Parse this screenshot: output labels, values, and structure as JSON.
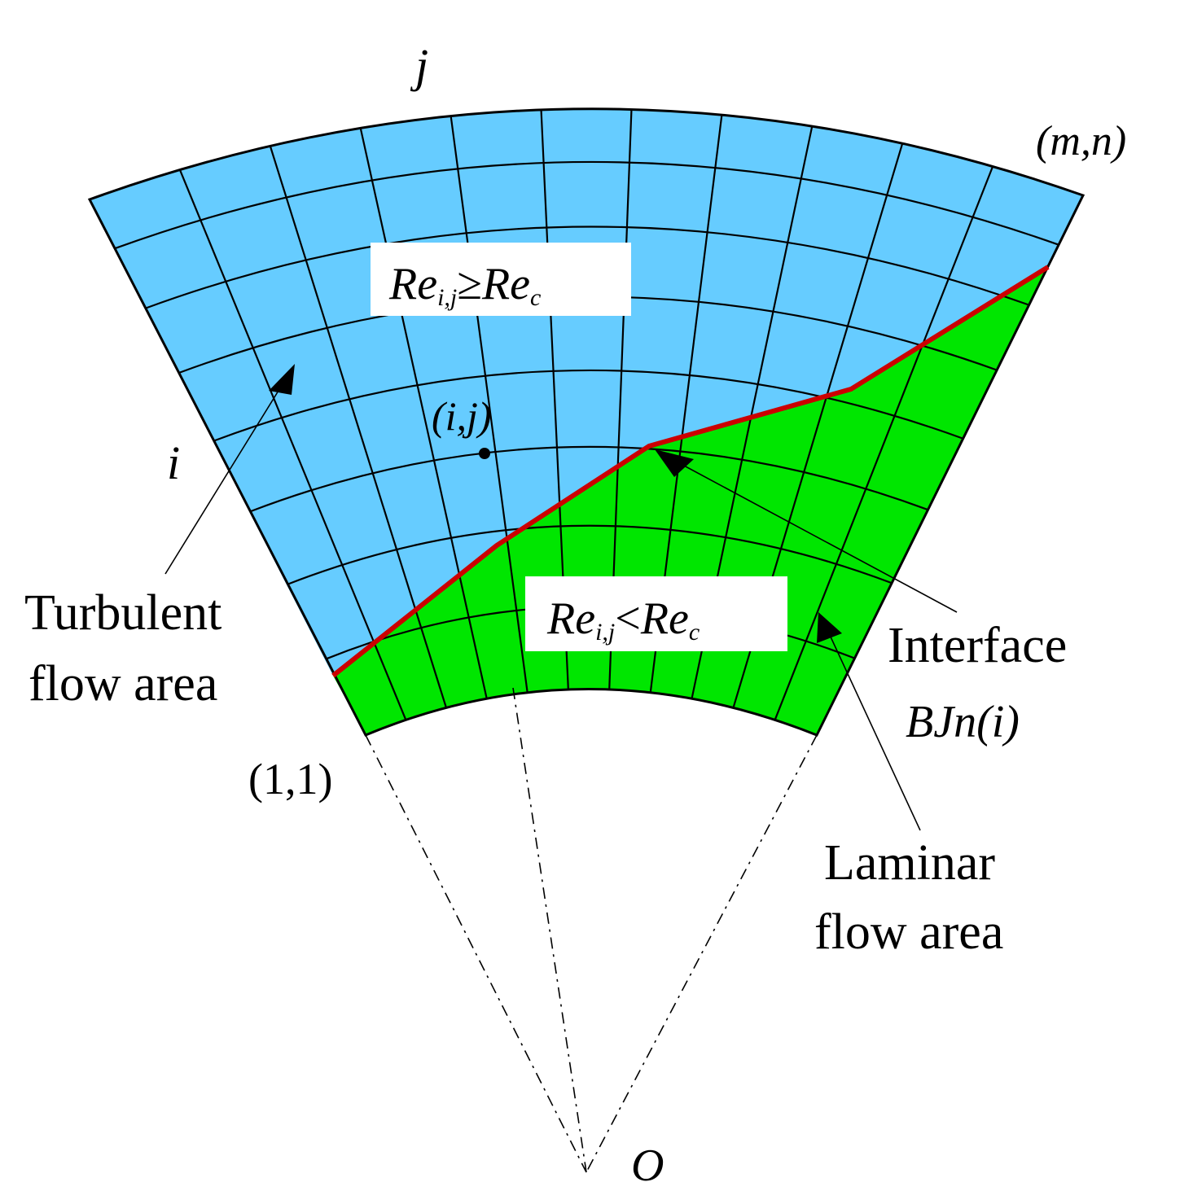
{
  "labels": {
    "j_axis": "j",
    "i_axis": "i",
    "corner_mn": "(m,n)",
    "corner_11": "(1,1)",
    "origin": "O",
    "cell_ij": "(i,j)",
    "turbulent_line1": "Turbulent",
    "turbulent_line2": "flow area",
    "laminar_line1": "Laminar",
    "laminar_line2": "flow area",
    "interface_line1": "Interface",
    "interface_line2": "BJn(i)",
    "turb_cond_re": "Re",
    "turb_cond_sub": "i,j",
    "turb_cond_op": "≥",
    "turb_cond_re2": "Re",
    "turb_cond_sub2": "c",
    "lam_cond_re": "Re",
    "lam_cond_sub": "i,j",
    "lam_cond_op": "<",
    "lam_cond_re2": "Re",
    "lam_cond_sub2": "c"
  },
  "grid": {
    "radial_lines": 12,
    "arc_lines": 9
  },
  "colors": {
    "turbulent": "#66ccff",
    "laminar": "#00e600",
    "interface": "#cc0000",
    "grid": "#000000",
    "label_box": "#ffffff"
  }
}
